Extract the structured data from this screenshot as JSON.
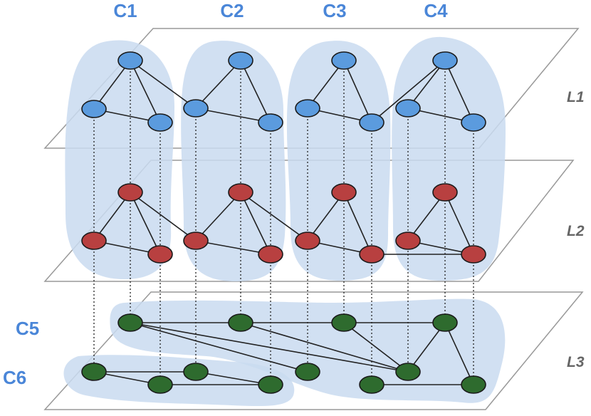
{
  "communities_top": [
    "C1",
    "C2",
    "C3",
    "C4"
  ],
  "communities_left": [
    "C5",
    "C6"
  ],
  "layers": [
    "L1",
    "L2",
    "L3"
  ],
  "colors": {
    "layer1_node": "#5b9bde",
    "layer2_node": "#b84040",
    "layer3_node": "#2e6b2e",
    "community_shade": "#c9daf0",
    "plane_edge": "#999999",
    "label_blue": "#4a86d8"
  }
}
